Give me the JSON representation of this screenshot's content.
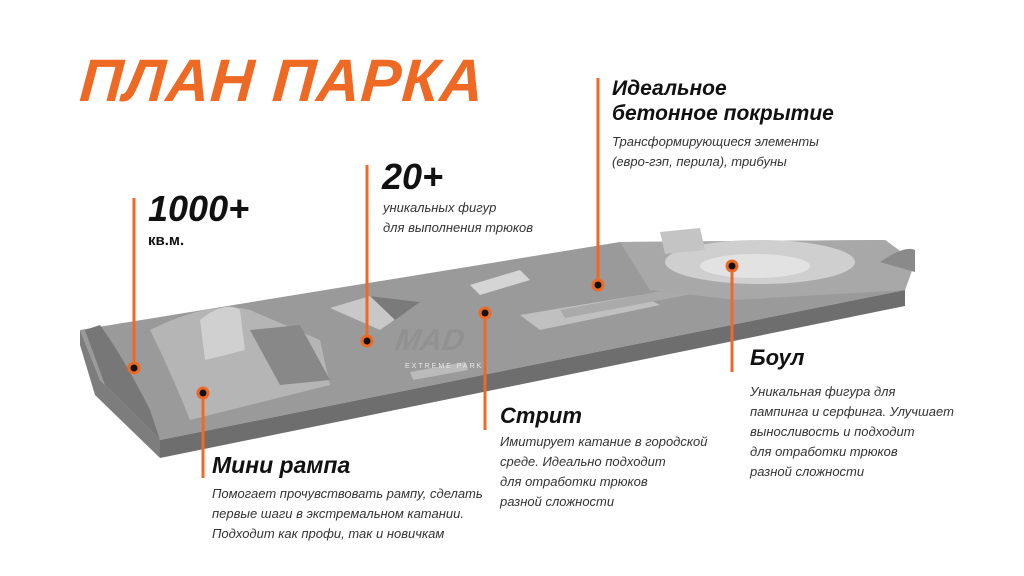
{
  "title": "ПЛАН ПАРКА",
  "accent_color": "#ee6a24",
  "watermark": {
    "logo": "MAD",
    "text": "EXTREME PARK"
  },
  "stats": [
    {
      "value": "1000+",
      "unit": "кв.м."
    },
    {
      "value": "20+",
      "lines": [
        "уникальных фигур",
        "для выполнения трюков"
      ]
    }
  ],
  "features": {
    "concrete": {
      "title_lines": [
        "Идеальное",
        "бетонное покрытие"
      ],
      "lines": [
        "Трансформирующиеся элементы",
        "(евро-гэп, перила), трибуны"
      ]
    },
    "bowl": {
      "title": "Боул",
      "lines": [
        "Уникальная фигура для",
        "пампинга и серфинга. Улучшает",
        "выносливость и подходит",
        "для отработки трюков",
        "разной сложности"
      ]
    },
    "street": {
      "title": "Стрит",
      "lines": [
        "Имитирует катание в городской",
        "среде. Идеально подходит",
        "для отработки трюков",
        "разной сложности"
      ]
    },
    "miniramp": {
      "title": "Мини рампа",
      "lines": [
        "Помогает прочувствовать рампу, сделать",
        "первые шаги в экстремальном катании.",
        "Подходит как профи, так и новичкам"
      ]
    }
  }
}
